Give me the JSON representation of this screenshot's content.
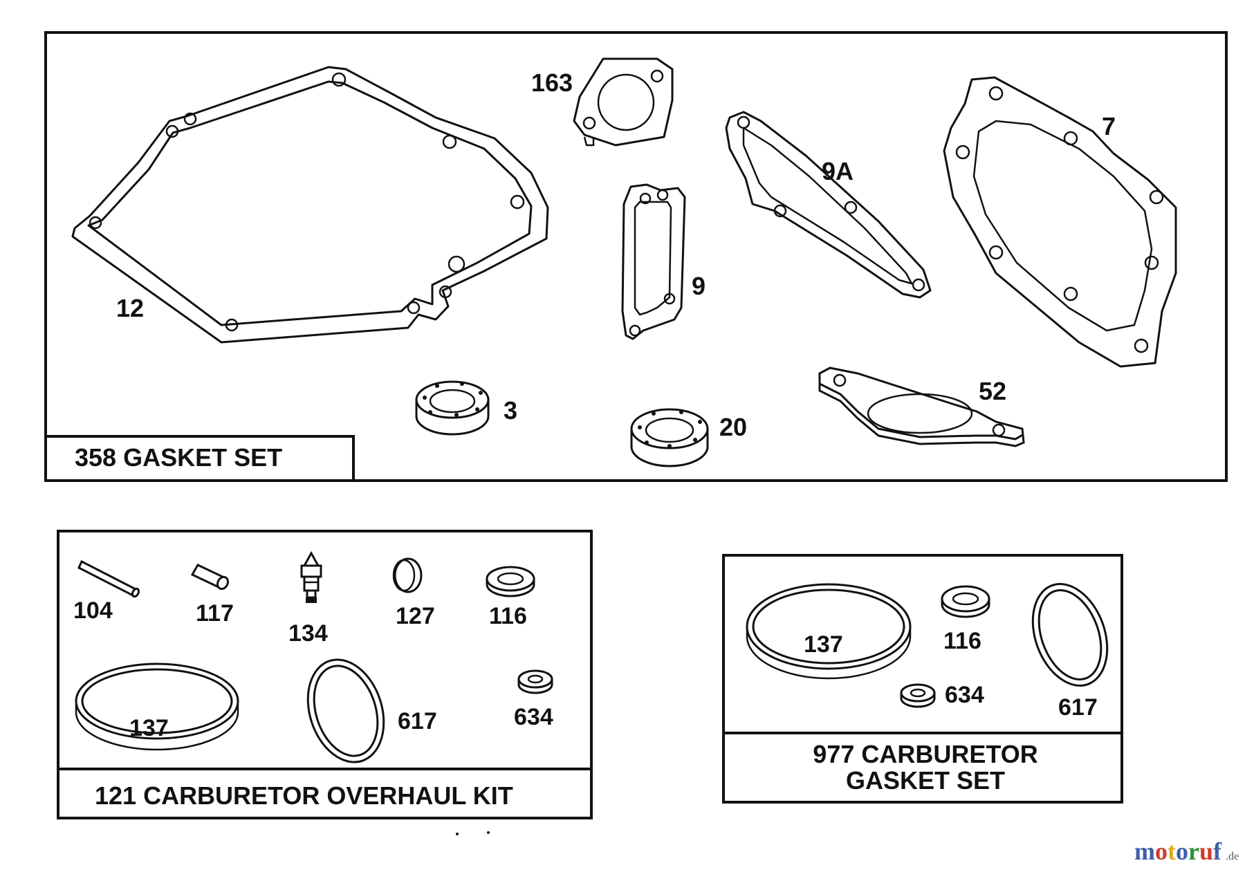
{
  "panels": {
    "gasket_set": {
      "title": "358 GASKET SET",
      "parts": {
        "p12": "12",
        "p163": "163",
        "p9a": "9A",
        "p7": "7",
        "p9": "9",
        "p3": "3",
        "p20": "20",
        "p52": "52"
      }
    },
    "overhaul_kit": {
      "title": "121 CARBURETOR OVERHAUL KIT",
      "parts": {
        "p104": "104",
        "p117": "117",
        "p134": "134",
        "p127": "127",
        "p116": "116",
        "p137": "137",
        "p617": "617",
        "p634": "634"
      }
    },
    "carb_gasket_set": {
      "title_line1": "977 CARBURETOR",
      "title_line2": "GASKET SET",
      "parts": {
        "p137": "137",
        "p116": "116",
        "p617": "617",
        "p634": "634"
      }
    }
  },
  "watermark": {
    "letters": [
      "m",
      "o",
      "t",
      "o",
      "r",
      "u",
      "f"
    ],
    "colors": [
      "#3d5fa8",
      "#d23a2a",
      "#e0a81c",
      "#3d5fa8",
      "#2f8f3a",
      "#d23a2a",
      "#3d5fa8"
    ],
    "suffix": ".de"
  }
}
